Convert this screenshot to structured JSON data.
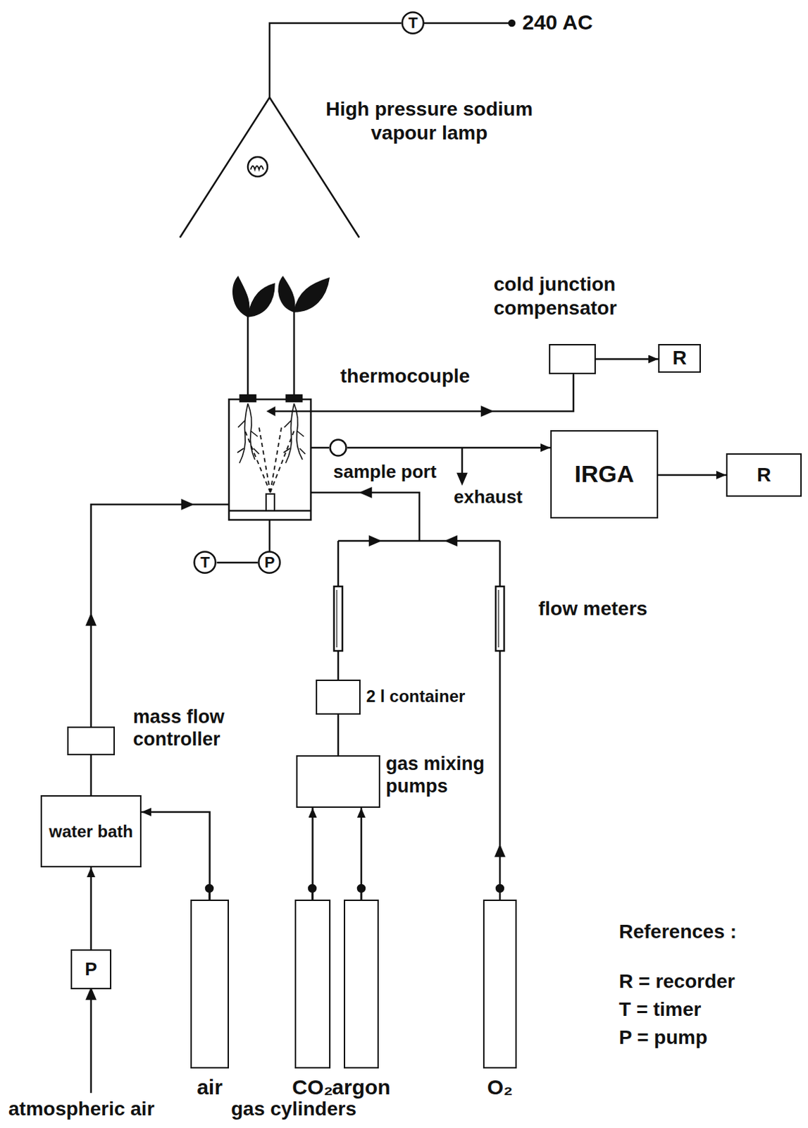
{
  "diagram": {
    "nodes": [
      {
        "text": [
          "High pressure sodium vapour lamp"
        ]
      },
      {
        "text": [
          "T"
        ]
      },
      {
        "text": [
          "cold junction compensator"
        ]
      },
      {
        "text": [
          "R"
        ]
      },
      {
        "text": [
          "sample port"
        ]
      },
      {
        "text": [
          "IRGA"
        ]
      },
      {
        "text": [
          "R"
        ]
      },
      {
        "text": [
          "T"
        ]
      },
      {
        "text": [
          "P"
        ]
      },
      {
        "text": [
          "mass flow controller"
        ]
      },
      {
        "text": [
          "water bath"
        ]
      },
      {
        "text": [
          "P"
        ]
      },
      {
        "text": [
          "air"
        ]
      },
      {
        "text": [
          "gas mixing pumps"
        ]
      },
      {
        "text": [
          "2 l container"
        ]
      },
      {
        "text": [
          "CO₂"
        ]
      },
      {
        "text": [
          "argon"
        ]
      },
      {
        "text": [
          "O₂"
        ]
      }
    ],
    "edges": [
      {
        "from": 1,
        "to": 0,
        "arrow": "none"
      },
      {
        "from": 2,
        "to": 3,
        "arrow": "to"
      },
      {
        "from": 4,
        "to": 5,
        "arrow": "to"
      },
      {
        "from": 5,
        "to": 6,
        "arrow": "to"
      },
      {
        "from": 7,
        "to": 8,
        "arrow": "none"
      },
      {
        "from": 11,
        "to": 10,
        "arrow": "to"
      },
      {
        "from": 12,
        "to": 10,
        "arrow": "to"
      },
      {
        "from": 10,
        "to": 9,
        "arrow": "none"
      },
      {
        "from": 13,
        "to": 14,
        "arrow": "none"
      },
      {
        "from": 15,
        "to": 13,
        "arrow": "to"
      },
      {
        "from": 16,
        "to": 13,
        "arrow": "to"
      }
    ],
    "labels": [
      "240 AC",
      "thermocouple",
      "exhaust",
      "flow meters",
      "atmospheric air",
      "gas cylinders",
      "References :",
      "R = recorder",
      "T = timer",
      "P = pump"
    ]
  }
}
